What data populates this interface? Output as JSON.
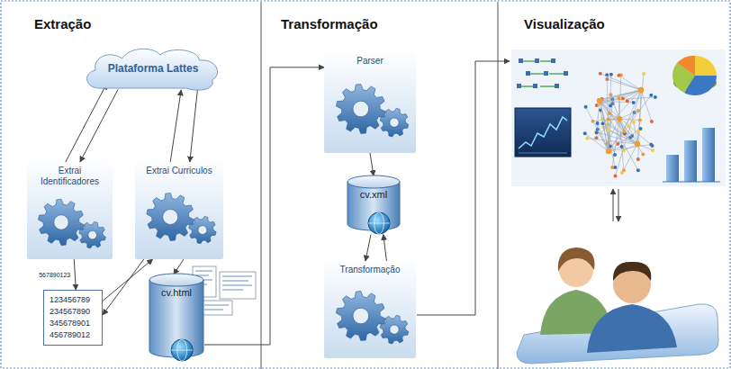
{
  "diagram": {
    "nodes": [
      {
        "text": [
          "Plataforma Lattes"
        ]
      },
      {
        "text": [
          "Extrai Identificadores"
        ]
      },
      {
        "text": [
          "Extrai Curriculos"
        ]
      },
      {
        "text": [
          "123456789 234567890 345678901 456789012"
        ]
      },
      {
        "text": [
          "cv.html"
        ]
      },
      {
        "text": [
          "Parser"
        ]
      },
      {
        "text": [
          "cv.xml"
        ]
      },
      {
        "text": [
          "Transformação"
        ]
      }
    ],
    "edges": [
      {
        "from": 1,
        "to": 0,
        "arrow": "to"
      },
      {
        "from": 0,
        "to": 1,
        "arrow": "to"
      },
      {
        "from": 2,
        "to": 0,
        "arrow": "to"
      },
      {
        "from": 0,
        "to": 2,
        "arrow": "to"
      },
      {
        "from": 1,
        "to": 3,
        "arrow": "to",
        "label": "567890123"
      },
      {
        "from": 3,
        "to": 2,
        "arrow": "to"
      },
      {
        "from": 2,
        "to": 3,
        "arrow": "to"
      },
      {
        "from": 2,
        "to": 4,
        "arrow": "to"
      },
      {
        "from": 4,
        "to": 5,
        "arrow": "to"
      },
      {
        "from": 5,
        "to": 6,
        "arrow": "to"
      },
      {
        "from": 6,
        "to": 7,
        "arrow": "to"
      },
      {
        "from": 7,
        "to": 6,
        "arrow": "to"
      }
    ],
    "labels": [
      "Extração",
      "Transformação",
      "Visualização"
    ]
  }
}
